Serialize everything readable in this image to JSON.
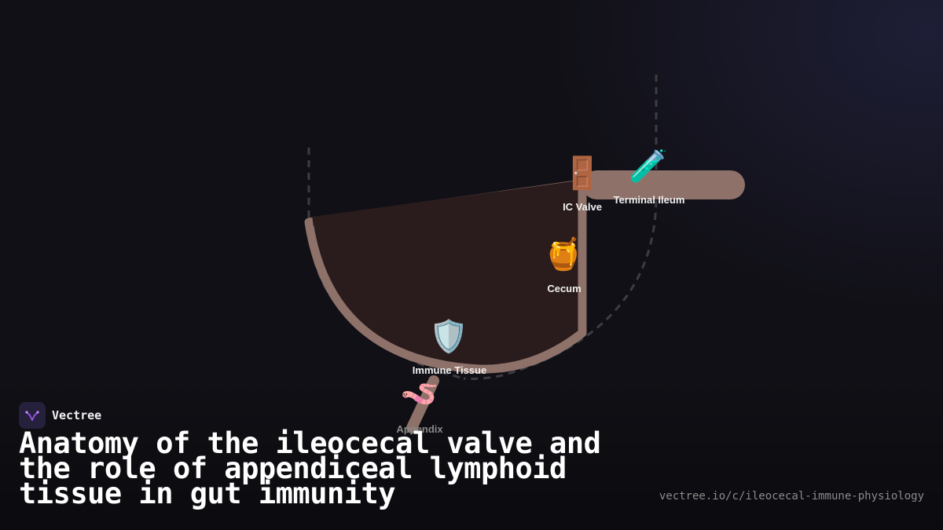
{
  "brand": {
    "name": "Vectree"
  },
  "title": "Anatomy of the ileocecal valve and the role of appendiceal lymphoid tissue in gut immunity",
  "url": "vectree.io/c/ileocecal-immune-physiology",
  "colors": {
    "background": "#111016",
    "tissue": "#8e7269",
    "cecum_fill": "#2a1c1d",
    "dashed_outline": "#3c3c42",
    "label_text": "#f1f1f1",
    "brand_accent": "#a05cf0"
  },
  "diagram": {
    "parts": [
      {
        "id": "ic_valve",
        "label": "IC Valve",
        "icon": "door-icon",
        "glyph": "🚪"
      },
      {
        "id": "terminal_ileum",
        "label": "Terminal Ileum",
        "icon": "test-tube-icon",
        "glyph": "🧪"
      },
      {
        "id": "cecum",
        "label": "Cecum",
        "icon": "honey-pot-icon",
        "glyph": "🍯"
      },
      {
        "id": "immune_tissue",
        "label": "Immune Tissue",
        "icon": "shield-icon",
        "glyph": "🛡️"
      },
      {
        "id": "appendix",
        "label": "Appendix",
        "icon": "worm-icon",
        "glyph": "🪱"
      }
    ]
  }
}
